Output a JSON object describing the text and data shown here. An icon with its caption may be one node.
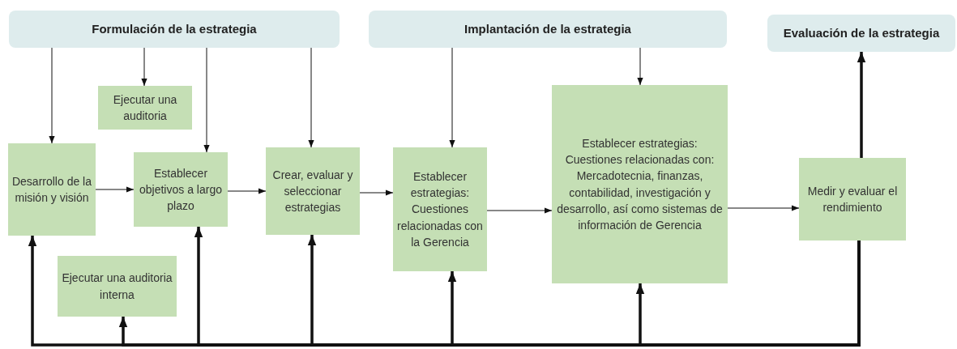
{
  "diagram": {
    "nodes": [
      {
        "text": [
          "Formulación de la estrategia"
        ]
      },
      {
        "text": [
          "Implantación de la estrategia"
        ]
      },
      {
        "text": [
          "Evaluación de la estrategia"
        ]
      },
      {
        "text": [
          "Ejecutar una auditoria"
        ]
      },
      {
        "text": [
          "Desarrollo de la misión y visión"
        ]
      },
      {
        "text": [
          "Establecer objetivos a largo plazo"
        ]
      },
      {
        "text": [
          "Crear, evaluar y seleccionar estrategias"
        ]
      },
      {
        "text": [
          "Establecer estrategias: Cuestiones relacionadas con la Gerencia"
        ]
      },
      {
        "text": [
          "Establecer estrategias: Cuestiones relacionadas con: Mercadotecnia, finanzas, contabilidad, investigación y desarrollo, así como sistemas de información de Gerencia"
        ]
      },
      {
        "text": [
          "Medir y evaluar el rendimiento"
        ]
      },
      {
        "text": [
          "Ejecutar una auditoria interna"
        ]
      }
    ],
    "edges": [
      {
        "from": 0,
        "to": 4,
        "arrow": "to"
      },
      {
        "from": 0,
        "to": 3,
        "arrow": "to"
      },
      {
        "from": 0,
        "to": 5,
        "arrow": "to"
      },
      {
        "from": 0,
        "to": 6,
        "arrow": "to"
      },
      {
        "from": 1,
        "to": 7,
        "arrow": "to"
      },
      {
        "from": 1,
        "to": 8,
        "arrow": "to"
      },
      {
        "from": 4,
        "to": 5,
        "arrow": "to"
      },
      {
        "from": 5,
        "to": 6,
        "arrow": "to"
      },
      {
        "from": 6,
        "to": 7,
        "arrow": "to"
      },
      {
        "from": 7,
        "to": 8,
        "arrow": "to"
      },
      {
        "from": 8,
        "to": 9,
        "arrow": "to"
      },
      {
        "from": 9,
        "to": 2,
        "arrow": "to",
        "style": "thick"
      },
      {
        "from": 9,
        "to": 4,
        "arrow": "to",
        "style": "thick"
      },
      {
        "from": 9,
        "to": 10,
        "arrow": "to",
        "style": "thick"
      },
      {
        "from": 9,
        "to": 5,
        "arrow": "to",
        "style": "thick"
      },
      {
        "from": 9,
        "to": 6,
        "arrow": "to",
        "style": "thick"
      },
      {
        "from": 9,
        "to": 7,
        "arrow": "to",
        "style": "thick"
      },
      {
        "from": 9,
        "to": 8,
        "arrow": "to",
        "style": "thick"
      }
    ]
  }
}
